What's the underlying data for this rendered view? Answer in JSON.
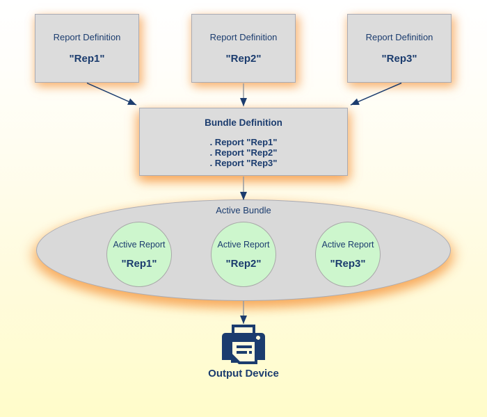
{
  "diagram": {
    "report_definitions": [
      {
        "label": "Report Definition",
        "name": "\"Rep1\""
      },
      {
        "label": "Report Definition",
        "name": "\"Rep2\""
      },
      {
        "label": "Report Definition",
        "name": "\"Rep3\""
      }
    ],
    "bundle_definition": {
      "title": "Bundle Definition",
      "items": [
        ". Report \"Rep1\"",
        ". Report \"Rep2\"",
        ". Report \"Rep3\""
      ]
    },
    "active_bundle": {
      "label": "Active Bundle",
      "reports": [
        {
          "label": "Active Report",
          "name": "\"Rep1\""
        },
        {
          "label": "Active Report",
          "name": "\"Rep2\""
        },
        {
          "label": "Active Report",
          "name": "\"Rep3\""
        }
      ]
    },
    "output_device": {
      "label": "Output Device",
      "icon": "printer-icon"
    }
  },
  "colors": {
    "text_navy": "#1b3c6e",
    "box_fill": "#dcdcdc",
    "box_border": "#a9abb4",
    "ellipse_fill": "#d9d9d9",
    "circle_fill": "#cdf6cd",
    "glow_orange": "#f59a3c",
    "connector_gray": "#959aa1",
    "background_top": "#ffffff",
    "background_bottom": "#fffcca"
  }
}
